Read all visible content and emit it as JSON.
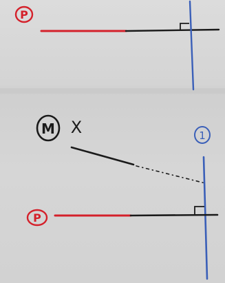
{
  "diagram": {
    "colors": {
      "paper": "#d6d6d6",
      "ink_black": "#1a1a1a",
      "ink_red": "#d4202a",
      "ink_blue": "#3a5fb8"
    },
    "top_figure": {
      "label_badge": "P",
      "right_angle_marker": true
    },
    "bottom_figure": {
      "label_badge": "P",
      "left_badge": "M",
      "left_mark": "X",
      "right_badge": "1",
      "right_angle_marker": true,
      "dashed_extension": true
    }
  }
}
